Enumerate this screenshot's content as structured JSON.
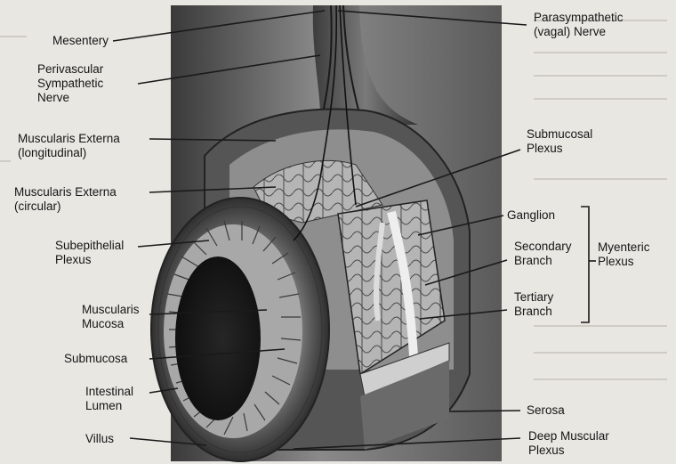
{
  "labels": {
    "mesentery": "Mesentery",
    "perivascular": "Perivascular\nSympathetic\nNerve",
    "muscularis_long": "Muscularis Externa\n(longitudinal)",
    "muscularis_circ": "Muscularis Externa\n(circular)",
    "subepithelial": "Subepithelial\nPlexus",
    "muscularis_mucosa": "Muscularis\nMucosa",
    "submucosa": "Submucosa",
    "lumen": "Intestinal\nLumen",
    "villus": "Villus",
    "parasympathetic": "Parasympathetic\n(vagal) Nerve",
    "submucosal_plexus": "Submucosal\nPlexus",
    "ganglion": "Ganglion",
    "secondary": "Secondary\nBranch",
    "tertiary": "Tertiary\nBranch",
    "myenteric": "Myenteric\nPlexus",
    "serosa": "Serosa",
    "deep_muscular": "Deep Muscular\nPlexus"
  },
  "colors": {
    "ink": "#151515",
    "shade_dark": "#2a2a2a",
    "shade_mid": "#6e6e6e",
    "shade_light": "#cfcfcf"
  }
}
